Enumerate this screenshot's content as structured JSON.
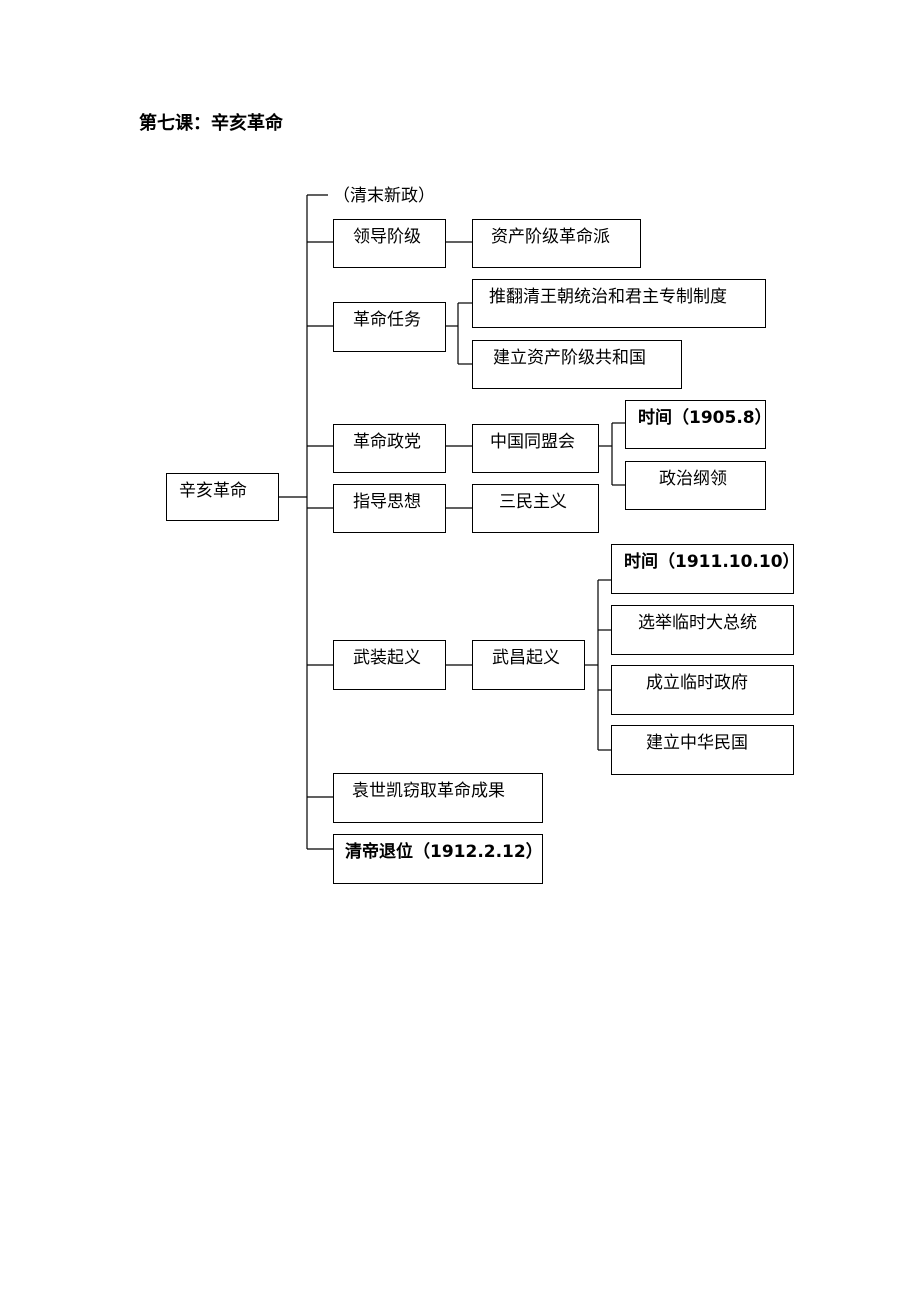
{
  "title": "第七课：辛亥革命",
  "diagram": {
    "root": "辛亥革命",
    "background": "（清末新政）",
    "branches": {
      "leadership": {
        "label": "领导阶级",
        "child": "资产阶级革命派"
      },
      "task": {
        "label": "革命任务",
        "children": [
          "推翻清王朝统治和君主专制制度",
          "建立资产阶级共和国"
        ]
      },
      "party": {
        "label": "革命政党",
        "child": "中国同盟会",
        "details": [
          "时间（1905.8）",
          "政治纲领"
        ]
      },
      "ideology": {
        "label": "指导思想",
        "child": "三民主义"
      },
      "uprising": {
        "label": "武装起义",
        "child": "武昌起义",
        "details": [
          "时间（1911.10.10）",
          "选举临时大总统",
          "成立临时政府",
          "建立中华民国"
        ]
      },
      "yuan": {
        "label": "袁世凯窃取革命成果"
      },
      "abdication": {
        "label": "清帝退位（1912.2.12）"
      }
    }
  }
}
